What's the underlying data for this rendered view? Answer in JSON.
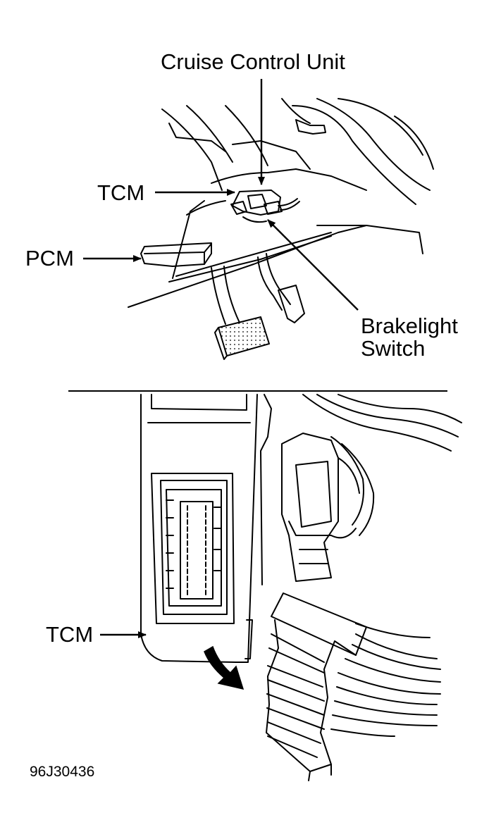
{
  "labels": {
    "cruise_control_unit": "Cruise Control Unit",
    "tcm_top": "TCM",
    "pcm": "PCM",
    "brakelight_line1": "Brakelight",
    "brakelight_line2": "Switch",
    "tcm_bottom": "TCM"
  },
  "figure_code": "96J30436",
  "colors": {
    "ink": "#000000",
    "paper": "#ffffff"
  }
}
